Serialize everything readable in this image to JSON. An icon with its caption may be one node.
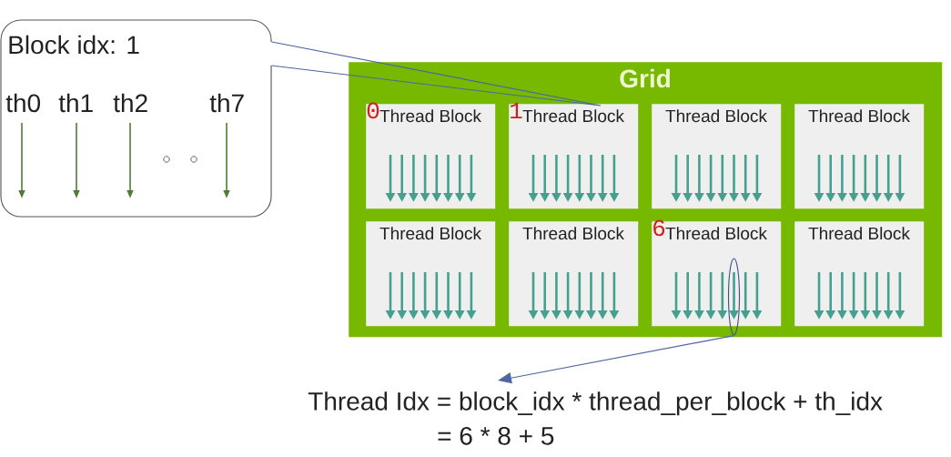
{
  "diagram": {
    "nodes": [
      {
        "text": [
          "Block idx: 1",
          "th0",
          "th1",
          "th2",
          "th7"
        ]
      },
      {
        "text": [
          "Grid"
        ]
      },
      {
        "text": [
          "0",
          "Thread Block"
        ],
        "in": 1
      },
      {
        "text": [
          "1",
          "Thread Block"
        ],
        "in": 1
      },
      {
        "text": [
          "Thread Block"
        ],
        "in": 1
      },
      {
        "text": [
          "Thread Block"
        ],
        "in": 1
      },
      {
        "text": [
          "Thread Block"
        ],
        "in": 1
      },
      {
        "text": [
          "Thread Block"
        ],
        "in": 1
      },
      {
        "text": [
          "6",
          "Thread Block"
        ],
        "in": 1
      },
      {
        "text": [
          "Thread Block"
        ],
        "in": 1
      },
      {
        "text": [],
        "shape": "ellipse",
        "in": 1
      },
      {
        "text": [
          "Thread Idx = block_idx * thread_per_block + th_idx",
          "= 6 * 8 + 5"
        ]
      }
    ],
    "edges": [
      {
        "from": 0,
        "to": 3,
        "arrow": "none"
      },
      {
        "from": 10,
        "to": 11,
        "arrow": "to"
      }
    ]
  }
}
